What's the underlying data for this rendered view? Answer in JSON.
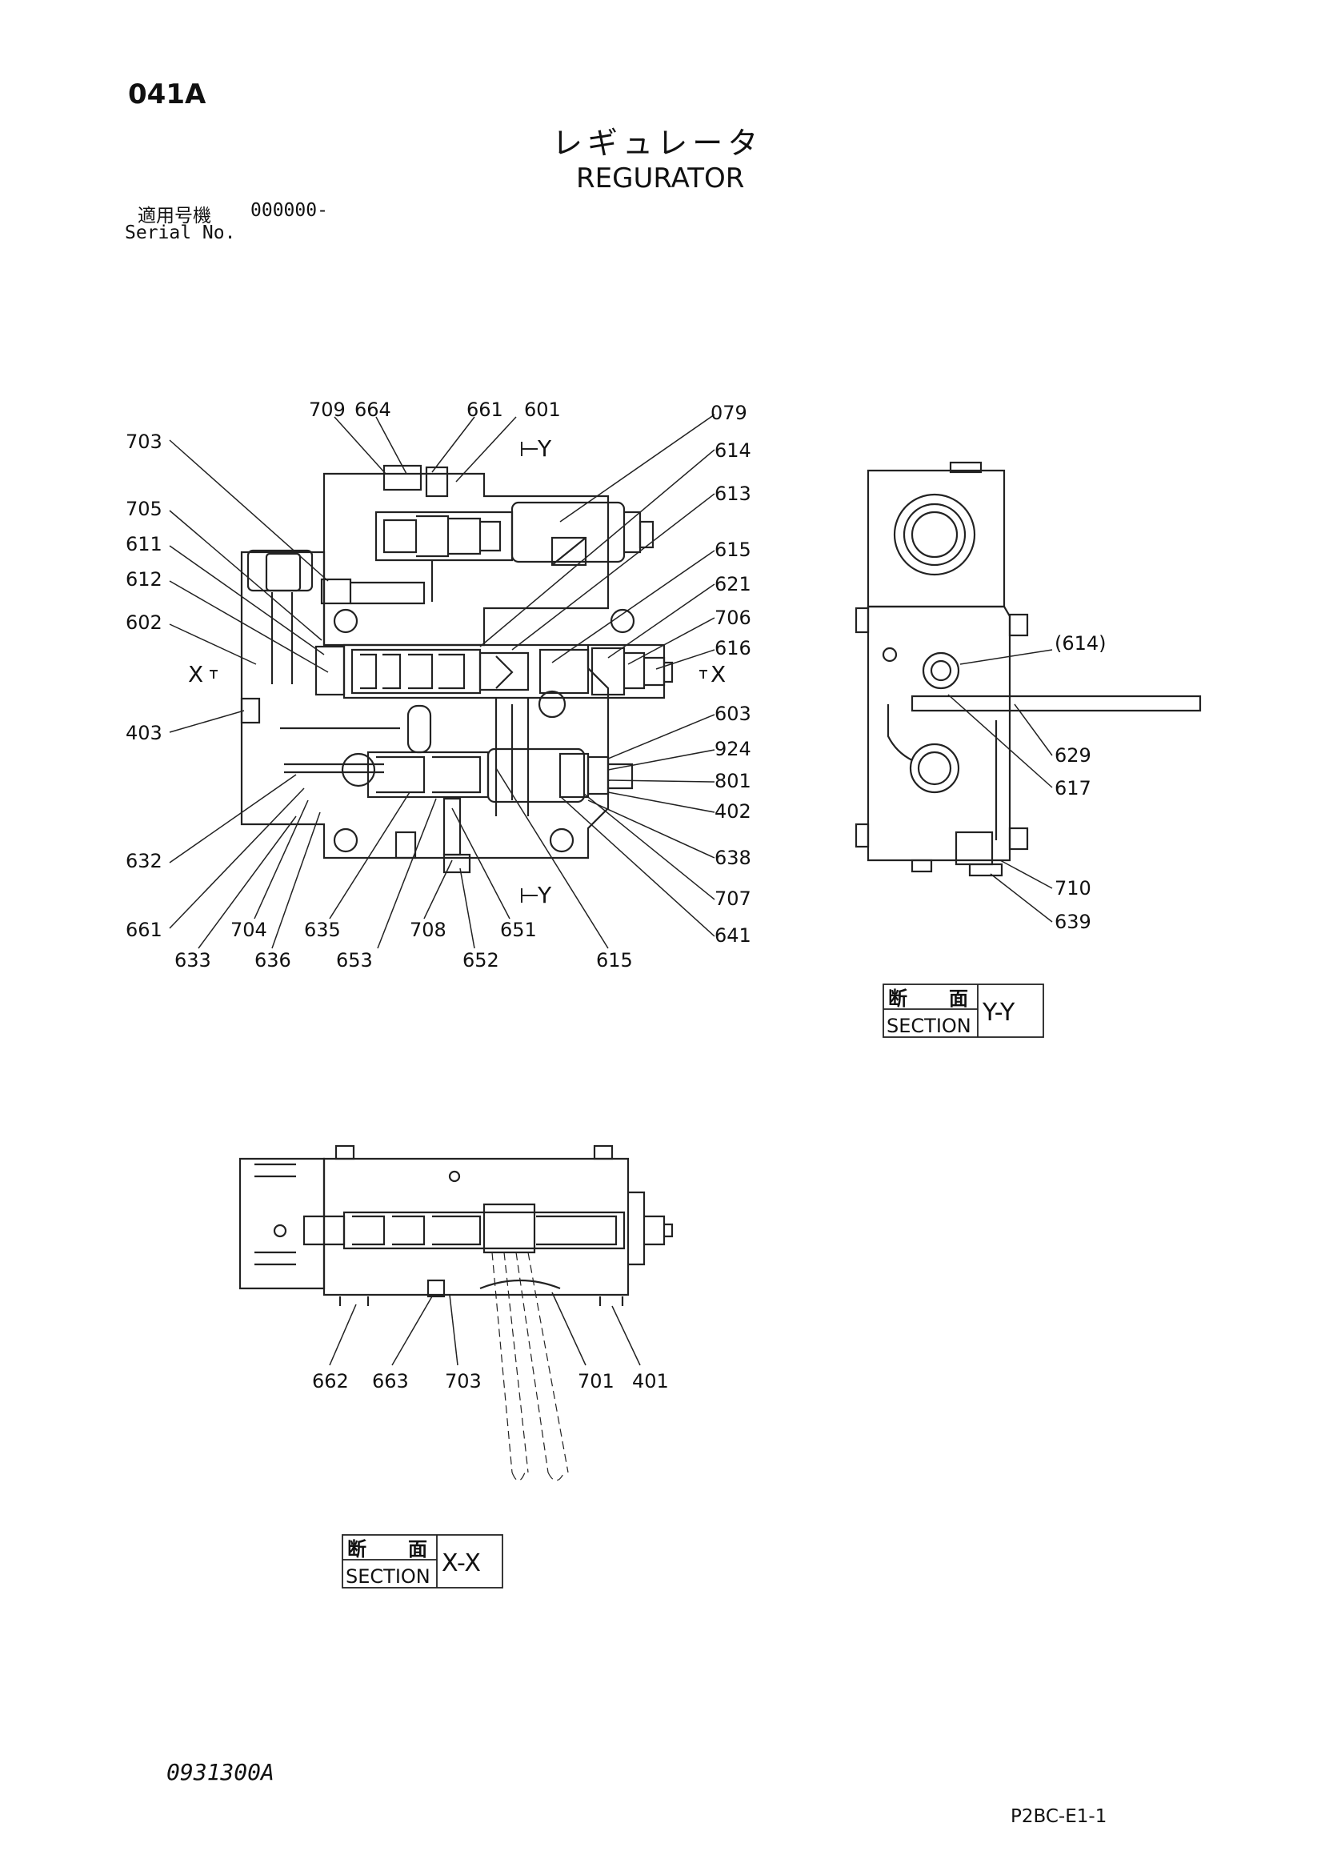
{
  "header": {
    "page_code": "041A",
    "title_jp": "レギュレータ",
    "title_en": "REGURATOR",
    "serial_label_jp": "適用号機",
    "serial_value": "000000-",
    "serial_label_en": "Serial No."
  },
  "callouts_main": [
    "709",
    "664",
    "661",
    "601",
    "079",
    "703",
    "614",
    "613",
    "705",
    "615",
    "611",
    "621",
    "612",
    "706",
    "602",
    "616",
    "603",
    "403",
    "924",
    "801",
    "402",
    "632",
    "638",
    "707",
    "641",
    "661",
    "704",
    "635",
    "708",
    "651",
    "633",
    "636",
    "653",
    "652",
    "615"
  ],
  "callouts_section_y": [
    "(614)",
    "629",
    "617",
    "710",
    "639"
  ],
  "callouts_section_x": [
    "662",
    "663",
    "703",
    "701",
    "401"
  ],
  "section_marks": {
    "y_top": "Y",
    "y_bottom": "Y",
    "x_left": "X",
    "x_right": "X"
  },
  "section_boxes": {
    "yy": {
      "kanji_1": "断",
      "kanji_2": "面",
      "word": "SECTION",
      "mark": "Y-Y"
    },
    "xx": {
      "kanji_1": "断",
      "kanji_2": "面",
      "word": "SECTION",
      "mark": "X-X"
    }
  },
  "footer": {
    "drawing_number": "0931300A",
    "page_ref": "P2BC-E1-1"
  }
}
